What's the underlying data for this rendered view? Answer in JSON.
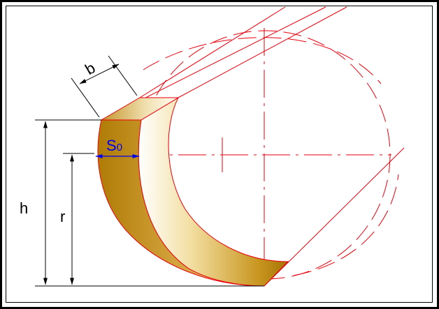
{
  "labels": {
    "b": "b",
    "s0_main": "S",
    "s0_sub": "0",
    "h": "h",
    "r": "r"
  },
  "colors": {
    "construction_line": "#e8000b",
    "dimension_line": "#000000",
    "s0_dimension": "#0000ee",
    "material_dark": "#b8860b",
    "material_light": "#fffdf4",
    "frame": "#000000"
  }
}
